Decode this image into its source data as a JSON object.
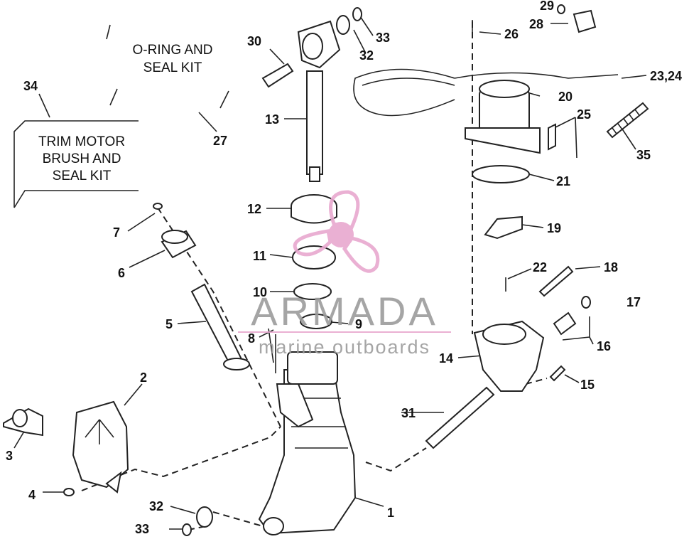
{
  "callouts": {
    "c1": "1",
    "c2": "2",
    "c3": "3",
    "c4": "4",
    "c5": "5",
    "c6": "6",
    "c7": "7",
    "c8": "8",
    "c9": "9",
    "c10": "10",
    "c11": "11",
    "c12": "12",
    "c13": "13",
    "c14": "14",
    "c15": "15",
    "c16": "16",
    "c17": "17",
    "c18": "18",
    "c19": "19",
    "c20": "20",
    "c21": "21",
    "c22": "22",
    "c2324": "23,24",
    "c25": "25",
    "c26": "26",
    "c27": "27",
    "c28": "28",
    "c29": "29",
    "c30": "30",
    "c31": "31",
    "c32a": "32",
    "c32b": "32",
    "c33a": "33",
    "c33b": "33",
    "c34": "34",
    "c35": "35"
  },
  "kits": {
    "oring_line1": "O-RING AND",
    "oring_line2": "SEAL KIT",
    "trim_line1": "TRIM MOTOR",
    "trim_line2": "BRUSH AND",
    "trim_line3": "SEAL KIT"
  },
  "watermark": {
    "brand": "ARMADA",
    "tagline": "marine outboards",
    "accent_color": "#e8a8cf"
  }
}
